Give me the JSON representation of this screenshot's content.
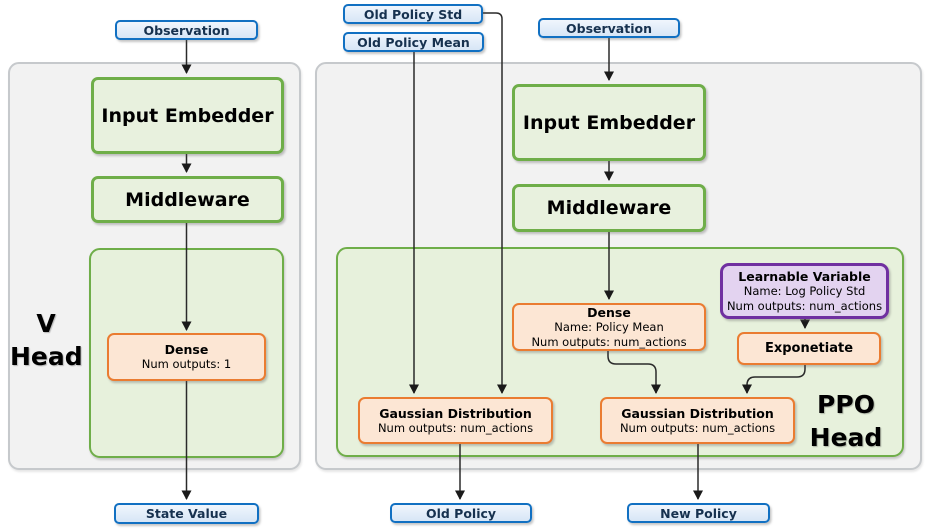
{
  "colors": {
    "process_green": "#70ad47",
    "operation_orange": "#ed7d31",
    "variable_purple": "#7030a0",
    "io_blue": "#0f6fc6",
    "panel_gray": "#f2f2f2"
  },
  "io": {
    "observation_v": "Observation",
    "observation_ppo": "Observation",
    "old_policy_std": "Old Policy Std",
    "old_policy_mean": "Old Policy Mean",
    "state_value": "State Value",
    "old_policy": "Old Policy",
    "new_policy": "New Policy"
  },
  "v_head": {
    "label_line1": "V",
    "label_line2": "Head",
    "input_embedder": "Input Embedder",
    "middleware": "Middleware",
    "dense": {
      "title": "Dense",
      "line1": "Num outputs: 1"
    }
  },
  "ppo_head": {
    "label_line1": "PPO",
    "label_line2": "Head",
    "input_embedder": "Input Embedder",
    "middleware": "Middleware",
    "dense": {
      "title": "Dense",
      "line1": "Name: Policy Mean",
      "line2": "Num outputs: num_actions"
    },
    "learnable_variable": {
      "title": "Learnable Variable",
      "line1": "Name: Log Policy Std",
      "line2": "Num outputs: num_actions"
    },
    "exponetiate": "Exponetiate",
    "gaussian_old": {
      "title": "Gaussian Distribution",
      "line1": "Num outputs: num_actions"
    },
    "gaussian_new": {
      "title": "Gaussian Distribution",
      "line1": "Num outputs: num_actions"
    }
  }
}
